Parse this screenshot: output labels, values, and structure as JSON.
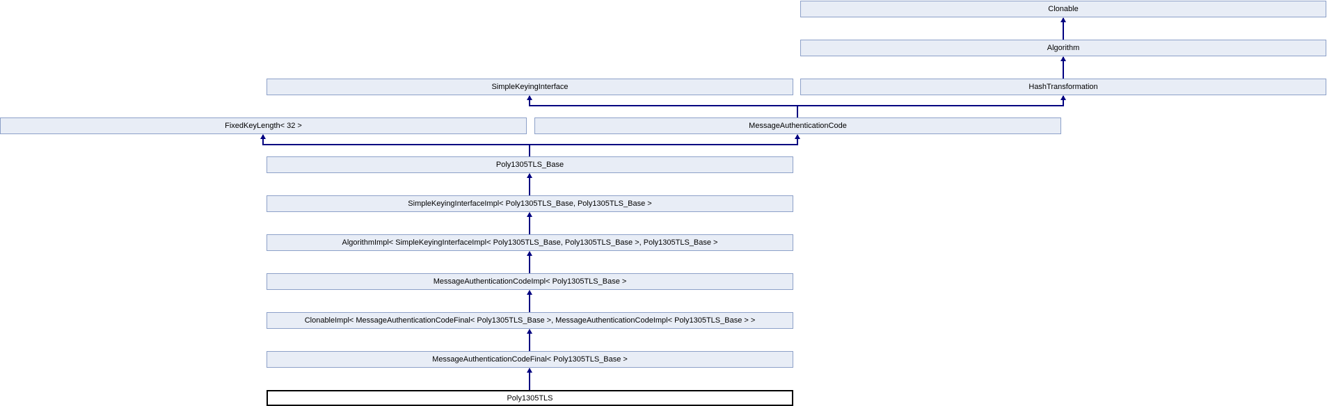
{
  "diagram": {
    "kind": "class-inheritance-graph",
    "colors": {
      "node_fill": "#e8edf6",
      "node_border": "#8ca0c8",
      "arrow": "#000080",
      "current_node_border": "#000000",
      "background": "#ffffff"
    },
    "nodes": {
      "clonable": {
        "label": "Clonable"
      },
      "algorithm": {
        "label": "Algorithm"
      },
      "simple_keying_interface": {
        "label": "SimpleKeyingInterface"
      },
      "hash_transformation": {
        "label": "HashTransformation"
      },
      "fixed_key_length": {
        "label": "FixedKeyLength< 32 >"
      },
      "message_authentication_code": {
        "label": "MessageAuthenticationCode"
      },
      "poly1305tls_base": {
        "label": "Poly1305TLS_Base"
      },
      "simple_keying_interface_impl": {
        "label": "SimpleKeyingInterfaceImpl< Poly1305TLS_Base, Poly1305TLS_Base >"
      },
      "algorithm_impl": {
        "label": "AlgorithmImpl< SimpleKeyingInterfaceImpl< Poly1305TLS_Base, Poly1305TLS_Base >, Poly1305TLS_Base >"
      },
      "message_authentication_code_impl": {
        "label": "MessageAuthenticationCodeImpl< Poly1305TLS_Base >"
      },
      "clonable_impl": {
        "label": "ClonableImpl< MessageAuthenticationCodeFinal< Poly1305TLS_Base >, MessageAuthenticationCodeImpl< Poly1305TLS_Base > >"
      },
      "message_authentication_code_final": {
        "label": "MessageAuthenticationCodeFinal< Poly1305TLS_Base >"
      },
      "poly1305tls": {
        "label": "Poly1305TLS"
      }
    },
    "edges": [
      {
        "from": "algorithm",
        "to": "clonable"
      },
      {
        "from": "hash_transformation",
        "to": "algorithm"
      },
      {
        "from": "message_authentication_code",
        "to": "simple_keying_interface"
      },
      {
        "from": "message_authentication_code",
        "to": "hash_transformation"
      },
      {
        "from": "poly1305tls_base",
        "to": "fixed_key_length"
      },
      {
        "from": "poly1305tls_base",
        "to": "message_authentication_code"
      },
      {
        "from": "simple_keying_interface_impl",
        "to": "poly1305tls_base"
      },
      {
        "from": "algorithm_impl",
        "to": "simple_keying_interface_impl"
      },
      {
        "from": "message_authentication_code_impl",
        "to": "algorithm_impl"
      },
      {
        "from": "clonable_impl",
        "to": "message_authentication_code_impl"
      },
      {
        "from": "message_authentication_code_final",
        "to": "clonable_impl"
      },
      {
        "from": "poly1305tls",
        "to": "message_authentication_code_final"
      }
    ]
  }
}
